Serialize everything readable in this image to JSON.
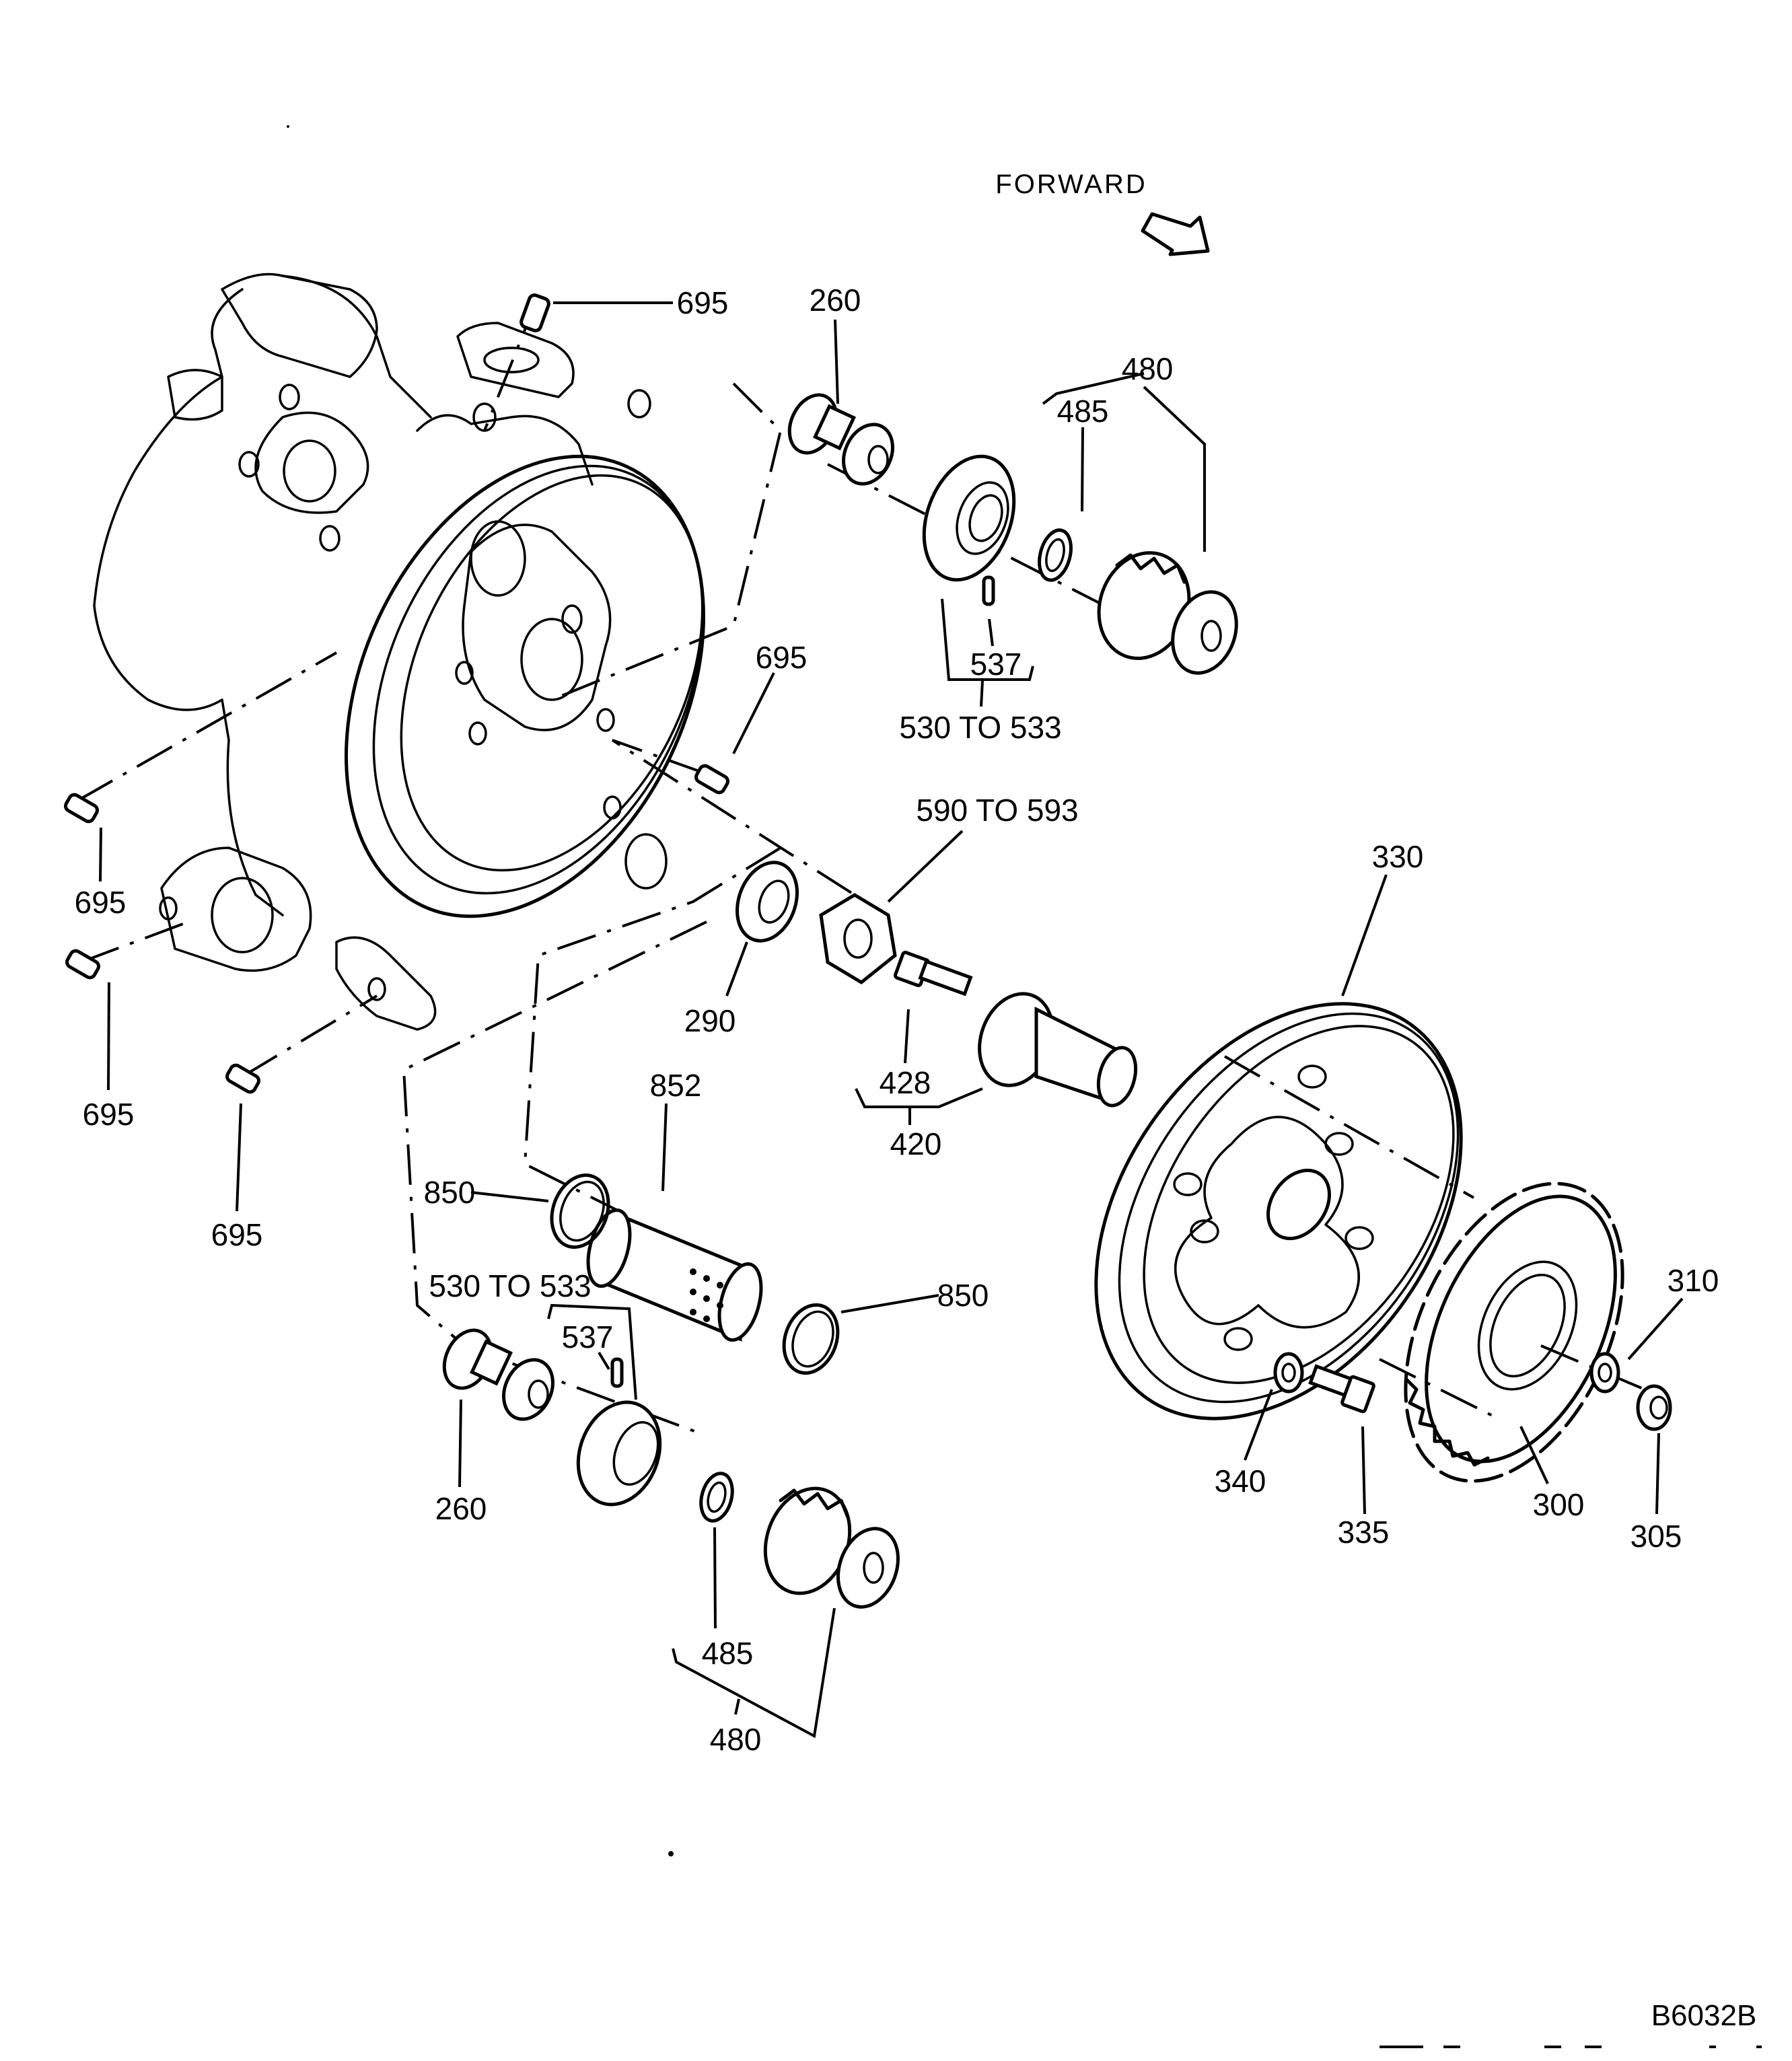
{
  "diagram": {
    "type": "exploded-parts-diagram",
    "direction_label": "FORWARD",
    "figure_code": "B6032B",
    "callouts": [
      {
        "id": "c695a",
        "text": "695"
      },
      {
        "id": "c260a",
        "text": "260"
      },
      {
        "id": "c480a",
        "text": "480"
      },
      {
        "id": "c485a",
        "text": "485"
      },
      {
        "id": "c695b",
        "text": "695"
      },
      {
        "id": "c537a",
        "text": "537"
      },
      {
        "id": "c530a",
        "text": "530 TO 533"
      },
      {
        "id": "c590",
        "text": "590 TO 593"
      },
      {
        "id": "c330",
        "text": "330"
      },
      {
        "id": "c695c",
        "text": "695"
      },
      {
        "id": "c290",
        "text": "290"
      },
      {
        "id": "c428",
        "text": "428"
      },
      {
        "id": "c420",
        "text": "420"
      },
      {
        "id": "c852",
        "text": "852"
      },
      {
        "id": "c695d",
        "text": "695"
      },
      {
        "id": "c850a",
        "text": "850"
      },
      {
        "id": "c695e",
        "text": "695"
      },
      {
        "id": "c530b",
        "text": "530 TO 533"
      },
      {
        "id": "c850b",
        "text": "850"
      },
      {
        "id": "c537b",
        "text": "537"
      },
      {
        "id": "c310",
        "text": "310"
      },
      {
        "id": "c260b",
        "text": "260"
      },
      {
        "id": "c340",
        "text": "340"
      },
      {
        "id": "c335",
        "text": "335"
      },
      {
        "id": "c300",
        "text": "300"
      },
      {
        "id": "c305",
        "text": "305"
      },
      {
        "id": "c485b",
        "text": "485"
      },
      {
        "id": "c480b",
        "text": "480"
      }
    ],
    "parts": [
      {
        "name": "housing",
        "icon": "housing-icon"
      },
      {
        "name": "plug",
        "ref": "695",
        "icon": "threaded-plug-icon"
      },
      {
        "name": "spline shaft",
        "ref": "260",
        "icon": "spline-shaft-icon"
      },
      {
        "name": "bearing",
        "ref": "530 TO 533",
        "icon": "bearing-icon"
      },
      {
        "name": "pin",
        "ref": "537",
        "icon": "pin-icon"
      },
      {
        "name": "washer",
        "ref": "485",
        "icon": "washer-icon"
      },
      {
        "name": "gear",
        "ref": "480",
        "icon": "gear-icon"
      },
      {
        "name": "thrust washer",
        "ref": "290",
        "icon": "washer-icon"
      },
      {
        "name": "nut",
        "ref": "590 TO 593",
        "icon": "nut-icon"
      },
      {
        "name": "bolt",
        "ref": "428",
        "icon": "bolt-icon"
      },
      {
        "name": "pinion shaft",
        "ref": "420",
        "icon": "pinion-icon"
      },
      {
        "name": "cover plate",
        "ref": "330",
        "icon": "cover-plate-icon"
      },
      {
        "name": "filter",
        "ref": "852",
        "icon": "filter-icon"
      },
      {
        "name": "o-ring",
        "ref": "850",
        "icon": "o-ring-icon"
      },
      {
        "name": "ring gear",
        "ref": "300",
        "icon": "ring-gear-icon"
      },
      {
        "name": "washer",
        "ref": "310",
        "icon": "washer-icon"
      },
      {
        "name": "nut",
        "ref": "305",
        "icon": "nut-icon"
      },
      {
        "name": "washer",
        "ref": "340",
        "icon": "washer-icon"
      },
      {
        "name": "bolt",
        "ref": "335",
        "icon": "bolt-icon"
      }
    ]
  }
}
